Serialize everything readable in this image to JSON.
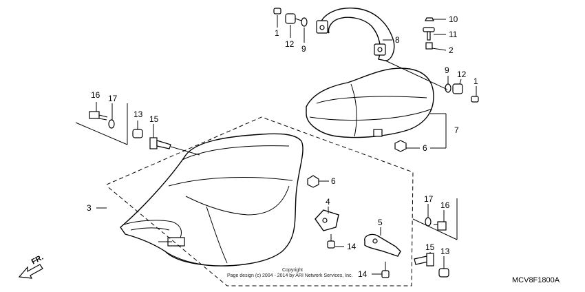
{
  "callouts": {
    "c1a": "1",
    "c12a": "12",
    "c9a": "9",
    "c8": "8",
    "c10": "10",
    "c11": "11",
    "c2": "2",
    "c9b": "9",
    "c12b": "12",
    "c1b": "1",
    "c7": "7",
    "c6a": "6",
    "c16a": "16",
    "c17a": "17",
    "c13a": "13",
    "c15a": "15",
    "c6b": "6",
    "c3": "3",
    "c4": "4",
    "c14a": "14",
    "c5": "5",
    "c17b": "17",
    "c16b": "16",
    "c15b": "15",
    "c13b": "13",
    "c14b": "14"
  },
  "front_arrow_label": "FR.",
  "copyright_line1": "Copyright",
  "copyright_line2": "Page design (c) 2004 - 2014 by ARI Network Services, Inc.",
  "diagram_code": "MCV8F1800A"
}
